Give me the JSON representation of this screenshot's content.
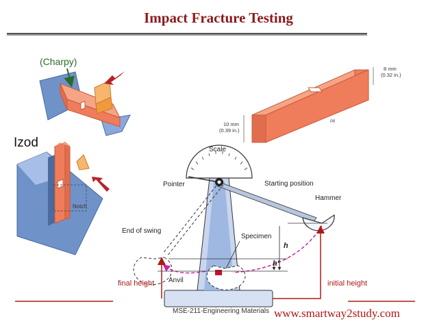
{
  "title": "Impact Fracture Testing",
  "labels": {
    "charpy": "(Charpy)",
    "izod": "Izod",
    "notch": "Notch",
    "final_height": "final height",
    "initial_height": "initial height"
  },
  "specimen": {
    "width_mm": "8 mm",
    "width_in": "(0.32 in.)",
    "height_mm": "10 mm",
    "height_in": "(0.39 in.)",
    "figure_tag": "(a)"
  },
  "apparatus": {
    "scale": "Scale",
    "pointer": "Pointer",
    "starting_position": "Starting position",
    "hammer": "Hammer",
    "end_of_swing": "End of swing",
    "specimen": "Specimen",
    "anvil": "Anvil",
    "h": "h",
    "h_prime": "h'"
  },
  "footer": "MSE-211-Engineering Materials",
  "website": "www.smartway2study.com",
  "colors": {
    "title": "#8b1a1a",
    "specimen": "#ef7c5a",
    "anvil": "#7f9fd8",
    "annotation": "#b01818",
    "charpy_arrow": "#2a6b2a"
  }
}
